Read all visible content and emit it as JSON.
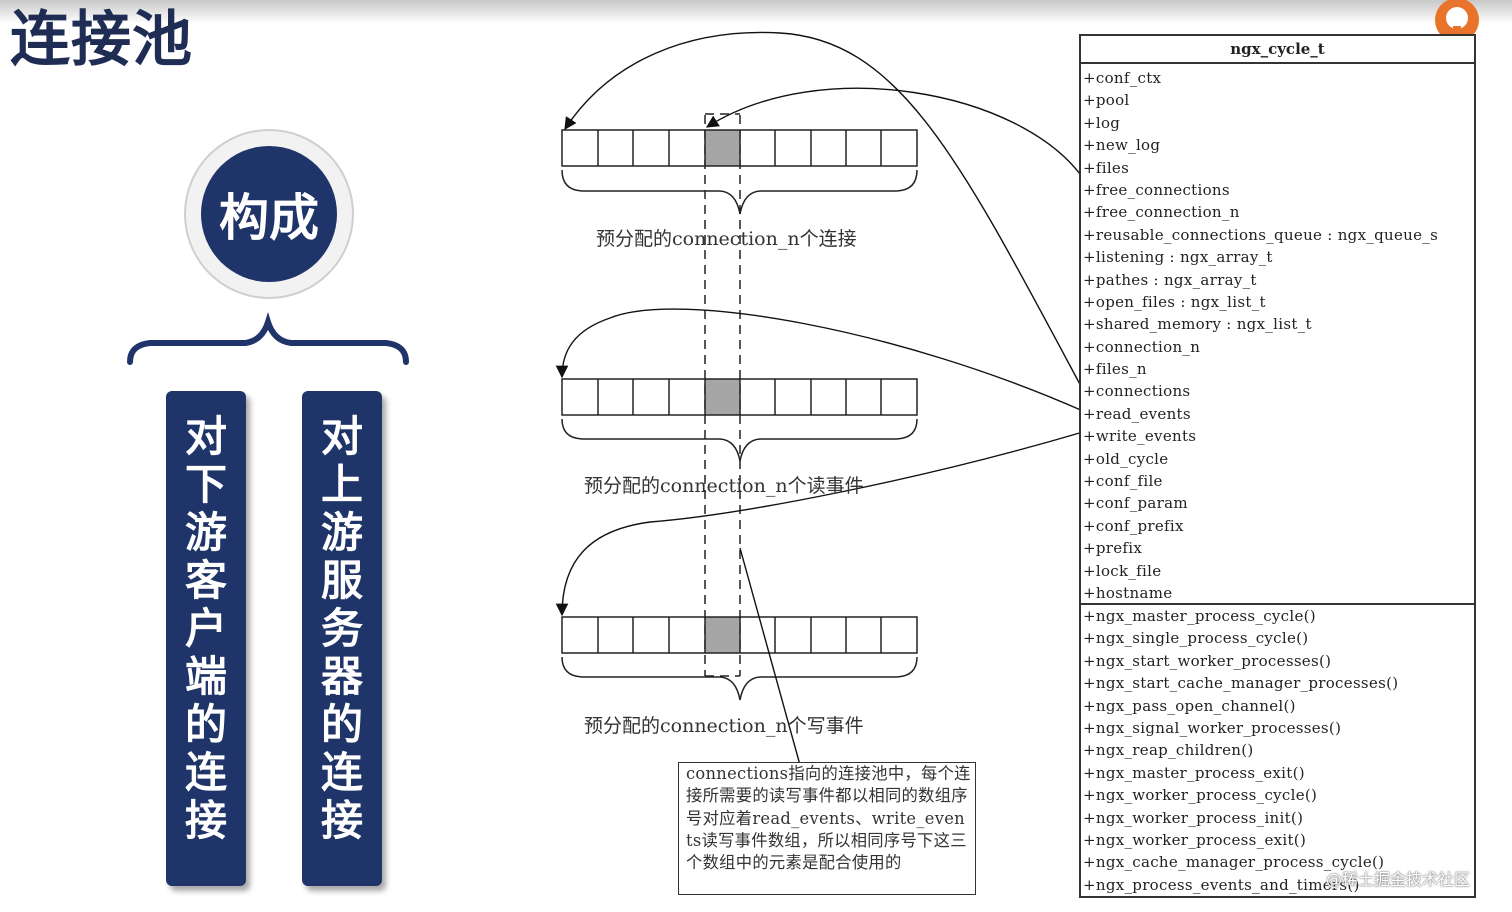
{
  "title": "连接池",
  "center_label": "构成",
  "left_cards": [
    "对下游客户端的连接",
    "对上游服务器的连接"
  ],
  "arrays": [
    {
      "label": "预分配的connection_n个连接"
    },
    {
      "label": "预分配的connection_n个读事件"
    },
    {
      "label": "预分配的connection_n个写事件"
    }
  ],
  "note": "connections指向的连接池中，每个连接所需要的读写事件都以相同的数组序号对应着read_events、write_events读写事件数组，所以相同序号下这三个数组中的元素是配合使用的",
  "uml": {
    "class_name": "ngx_cycle_t",
    "attributes": [
      "+conf_ctx",
      "+pool",
      "+log",
      "+new_log",
      "+files",
      "+free_connections",
      "+free_connection_n",
      "+reusable_connections_queue : ngx_queue_s",
      "+listening : ngx_array_t",
      "+pathes : ngx_array_t",
      "+open_files : ngx_list_t",
      "+shared_memory : ngx_list_t",
      "+connection_n",
      "+files_n",
      "+connections",
      "+read_events",
      "+write_events",
      "+old_cycle",
      "+conf_file",
      "+conf_param",
      "+conf_prefix",
      "+prefix",
      "+lock_file",
      "+hostname"
    ],
    "operations": [
      "+ngx_master_process_cycle()",
      "+ngx_single_process_cycle()",
      "+ngx_start_worker_processes()",
      "+ngx_start_cache_manager_processes()",
      "+ngx_pass_open_channel()",
      "+ngx_signal_worker_processes()",
      "+ngx_reap_children()",
      "+ngx_master_process_exit()",
      "+ngx_worker_process_cycle()",
      "+ngx_worker_process_init()",
      "+ngx_worker_process_exit()",
      "+ngx_cache_manager_process_cycle()",
      "+ngx_process_events_and_timers()"
    ]
  },
  "watermark": "@稀土掘金技术社区",
  "colors": {
    "navy": "#1f3468",
    "title": "#1f2d55",
    "highlight_cell": "#a6a6a6",
    "logo": "#e8732a"
  }
}
